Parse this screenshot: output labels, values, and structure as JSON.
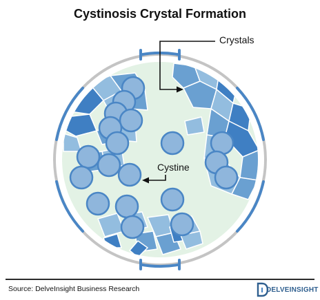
{
  "title": "Cystinosis Crystal Formation",
  "labels": {
    "crystals": "Crystals",
    "cystine": "Cystine"
  },
  "footer": {
    "source": "Source: DelveInsight Business Research",
    "logo_text": "DELVEINSIGHT"
  },
  "colors": {
    "cell_fill": "#e3f2e5",
    "membrane_gray": "#c4c4c4",
    "membrane_blue": "#4a86c5",
    "crystal_dark": "#3f7fc3",
    "crystal_mid": "#6aa0d1",
    "crystal_light": "#93bddf",
    "cystine_fill": "#8fb6dc",
    "cystine_ring": "#4a86c5"
  }
}
